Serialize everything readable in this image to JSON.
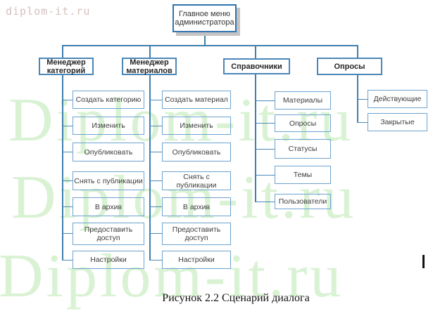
{
  "watermark": {
    "corner_text": "diplom-it.ru",
    "row_text": "Diplom-it.ru"
  },
  "diagram": {
    "root": "Главное меню администратора",
    "branches": [
      {
        "label": "Менеджер категорий",
        "children": [
          "Создать категорию",
          "Изменить",
          "Опубликовать",
          "Снять с публикации",
          "В архив",
          "Предоставить доступ",
          "Настройки"
        ]
      },
      {
        "label": "Менеджер материалов",
        "children": [
          "Создать материал",
          "Изменить",
          "Опубликовать",
          "Снять с публикации",
          "В архив",
          "Предоставить доступ",
          "Настройки"
        ]
      },
      {
        "label": "Справочники",
        "children": [
          "Материалы",
          "Опросы",
          "Статусы",
          "Темы",
          "Пользователи"
        ]
      },
      {
        "label": "Опросы",
        "children": [
          "Действующие",
          "Закрытые"
        ]
      }
    ]
  },
  "caption": "Рисунок 2.2 Сценарий диалога",
  "colors": {
    "connector": "#3f7fae",
    "box_border": "#6ca3cf",
    "level2_border": "#4a86b8",
    "root_border": "#2e74ad",
    "shadow": "#c3c3c3",
    "watermark_green": "#d9f2d3",
    "watermark_pink": "#d6bfbf"
  }
}
